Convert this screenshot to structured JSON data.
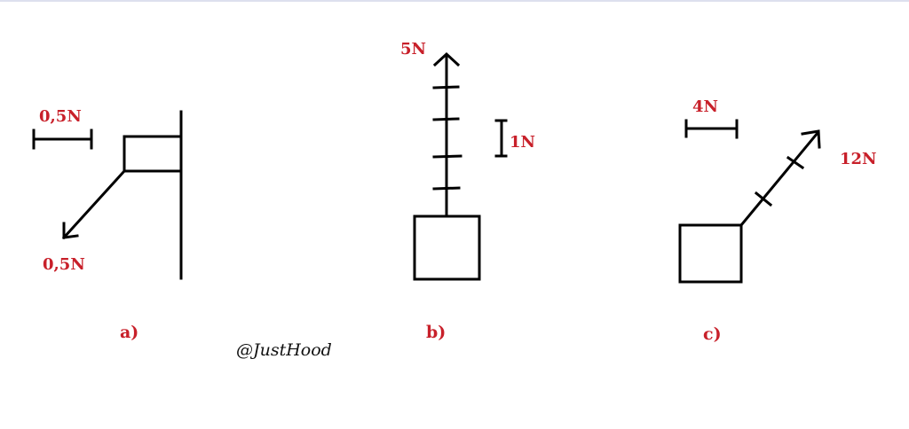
{
  "colors": {
    "label": "#c8202a",
    "stroke": "#000000"
  },
  "figure_a": {
    "scale_label": "0,5N",
    "force_label": "0,5N",
    "caption": "a)"
  },
  "figure_b": {
    "force_label": "5N",
    "scale_label": "1N",
    "caption": "b)"
  },
  "figure_c": {
    "scale_label": "4N",
    "force_label": "12N",
    "caption": "c)"
  },
  "watermark": "@JustHood"
}
